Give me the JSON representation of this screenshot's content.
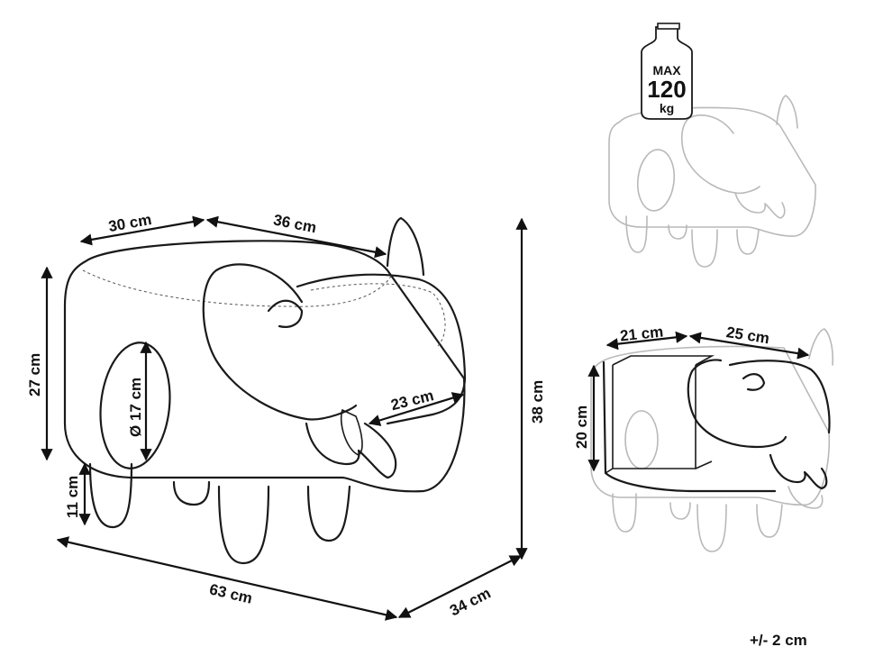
{
  "dimensions": {
    "top_depth": "30 cm",
    "top_length": "36 cm",
    "body_height": "27 cm",
    "leg_height": "11 cm",
    "hole_diameter": "Ø 17 cm",
    "trunk": "23 cm",
    "total_height": "38 cm",
    "total_length": "63 cm",
    "total_depth": "34 cm",
    "storage_depth": "21 cm",
    "storage_length": "25 cm",
    "storage_height": "20 cm"
  },
  "weight_badge": {
    "line1": "MAX",
    "line2": "120",
    "line3": "kg"
  },
  "tolerance": "+/- 2 cm"
}
